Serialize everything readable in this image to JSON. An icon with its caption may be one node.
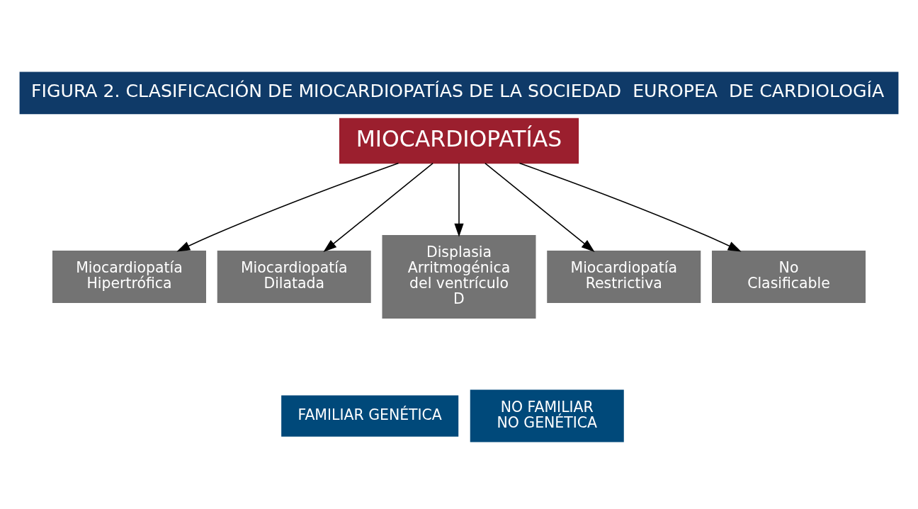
{
  "diagram": {
    "title": "FIGURA 2. CLASIFICACIÓN DE MIOCARDIOPATÍAS DE LA SOCIEDAD  EUROPEA  DE CARDIOLOGÍA",
    "nodes": [
      {
        "text": [
          "MIOCARDIOPATÍAS"
        ]
      },
      {
        "text": [
          "Miocardiopatía Hipertrófica"
        ]
      },
      {
        "text": [
          "Miocardiopatía Dilatada"
        ]
      },
      {
        "text": [
          "Displasia Arritmogénica del ventrículo D"
        ]
      },
      {
        "text": [
          "Miocardiopatía Restrictiva"
        ]
      },
      {
        "text": [
          "No Clasificable"
        ]
      },
      {
        "text": [
          "FAMILIAR GENÉTICA"
        ]
      },
      {
        "text": [
          "NO FAMILIAR NO GENÉTICA"
        ]
      }
    ],
    "edges": [
      {
        "from": 0,
        "to": 1,
        "arrow": "to"
      },
      {
        "from": 0,
        "to": 2,
        "arrow": "to"
      },
      {
        "from": 0,
        "to": 3,
        "arrow": "to"
      },
      {
        "from": 0,
        "to": 4,
        "arrow": "to"
      },
      {
        "from": 0,
        "to": 5,
        "arrow": "to"
      }
    ]
  }
}
